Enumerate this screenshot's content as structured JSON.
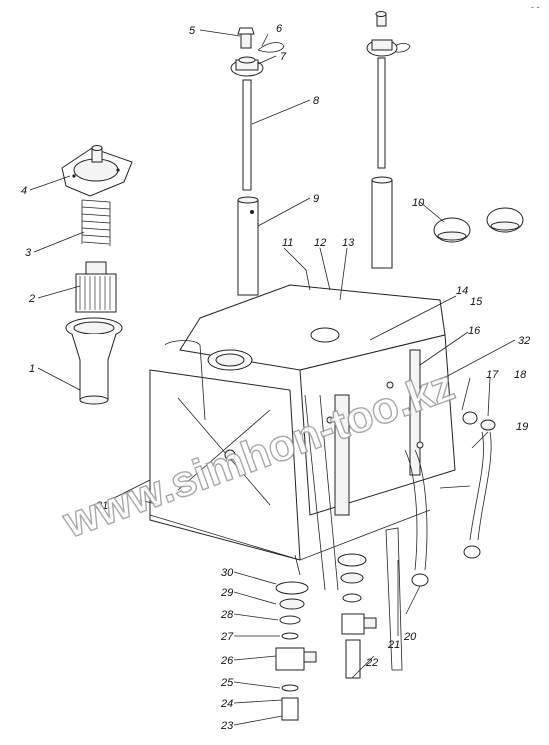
{
  "diagram": {
    "corner_mark": "- -",
    "watermark": "www.simhon-too.kz",
    "part_labels": [
      "1",
      "2",
      "3",
      "4",
      "5",
      "6",
      "7",
      "8",
      "9",
      "10",
      "11",
      "12",
      "13",
      "14",
      "15",
      "16",
      "17",
      "18",
      "19",
      "20",
      "21",
      "22",
      "23",
      "24",
      "25",
      "26",
      "27",
      "28",
      "29",
      "30",
      "31",
      "32"
    ]
  }
}
